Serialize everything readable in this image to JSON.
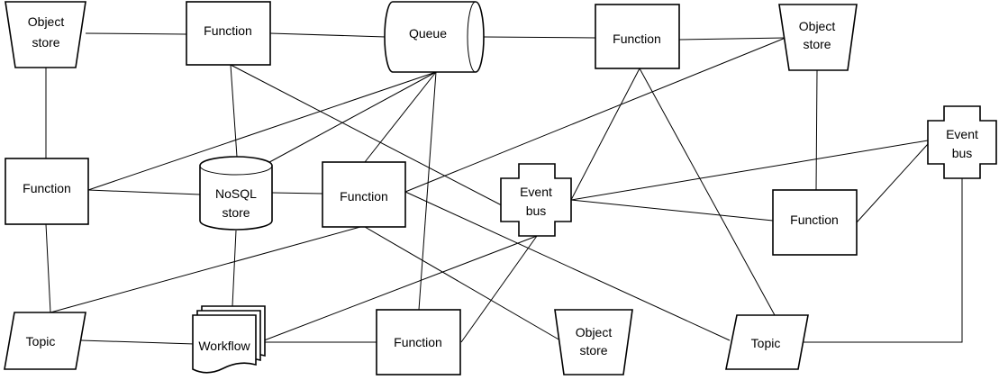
{
  "diagram": {
    "nodes": {
      "objstore_tl": {
        "label": [
          "Object",
          "store"
        ]
      },
      "func_top1": {
        "label": [
          "Function"
        ]
      },
      "queue": {
        "label": [
          "Queue"
        ]
      },
      "func_top2": {
        "label": [
          "Function"
        ]
      },
      "objstore_tr": {
        "label": [
          "Object",
          "store"
        ]
      },
      "func_left": {
        "label": [
          "Function"
        ]
      },
      "nosql": {
        "label": [
          "NoSQL",
          "store"
        ]
      },
      "func_mid": {
        "label": [
          "Function"
        ]
      },
      "eventbus_mid": {
        "label": [
          "Event",
          "bus"
        ]
      },
      "eventbus_right": {
        "label": [
          "Event",
          "bus"
        ]
      },
      "func_right": {
        "label": [
          "Function"
        ]
      },
      "topic_left": {
        "label": [
          "Topic"
        ]
      },
      "workflow": {
        "label": [
          "Workflow"
        ]
      },
      "func_bottom": {
        "label": [
          "Function"
        ]
      },
      "objstore_bottom": {
        "label": [
          "Object",
          "store"
        ]
      },
      "topic_right": {
        "label": [
          "Topic"
        ]
      }
    }
  }
}
